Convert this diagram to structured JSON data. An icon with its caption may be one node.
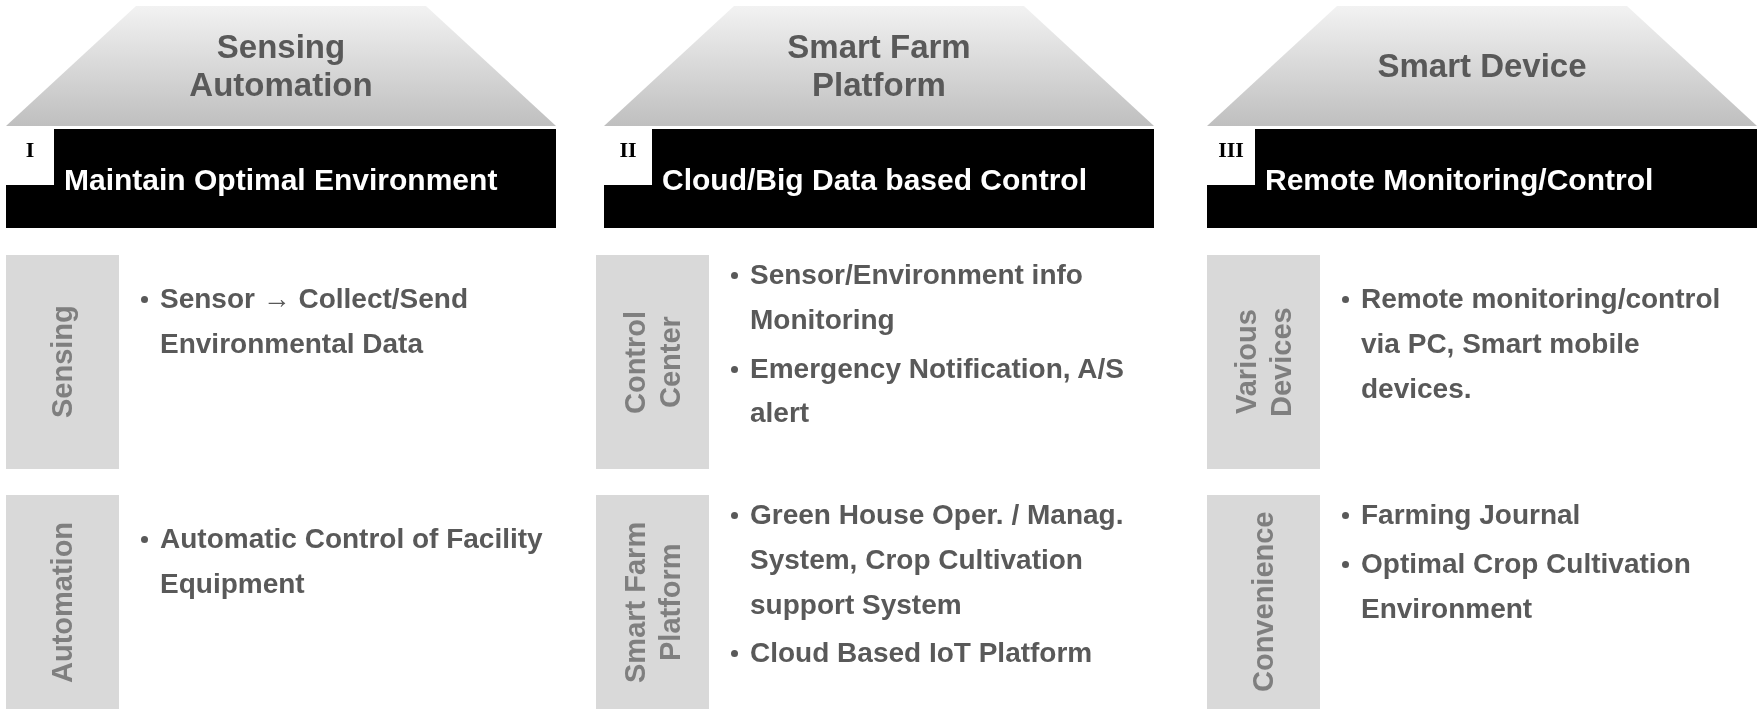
{
  "diagram": {
    "nodes": [
      {
        "text": [
          "Sensing Automation"
        ]
      },
      {
        "text": [
          "Maintain Optimal Environment"
        ]
      },
      {
        "text": [
          "I"
        ],
        "in": 1
      },
      {
        "text": [
          "Sensing"
        ],
        "beside": [
          "Sensor → Collect/Send Environmental Data"
        ]
      },
      {
        "text": [
          "Automation"
        ],
        "beside": [
          "Automatic Control of Facility Equipment"
        ]
      },
      {
        "text": [
          "Smart Farm Platform"
        ]
      },
      {
        "text": [
          "Cloud/Big Data based Control"
        ]
      },
      {
        "text": [
          "II"
        ],
        "in": 6
      },
      {
        "text": [
          "Control Center"
        ],
        "beside": [
          "Sensor/Environment info Monitoring",
          "Emergency Notification, A/S alert"
        ]
      },
      {
        "text": [
          "Smart Farm Platform"
        ],
        "beside": [
          "Green House Oper. / Manag. System, Crop Cultivation support System",
          "Cloud Based IoT Platform"
        ]
      },
      {
        "text": [
          "Smart Device"
        ]
      },
      {
        "text": [
          "Remote Monitoring/Control"
        ]
      },
      {
        "text": [
          "III"
        ],
        "in": 11
      },
      {
        "text": [
          "Various Devices"
        ],
        "beside": [
          "Remote monitoring/control via PC, Smart mobile devices."
        ]
      },
      {
        "text": [
          "Convenience"
        ],
        "beside": [
          "Farming Journal",
          "Optimal Crop Cultivation Environment"
        ]
      }
    ]
  }
}
